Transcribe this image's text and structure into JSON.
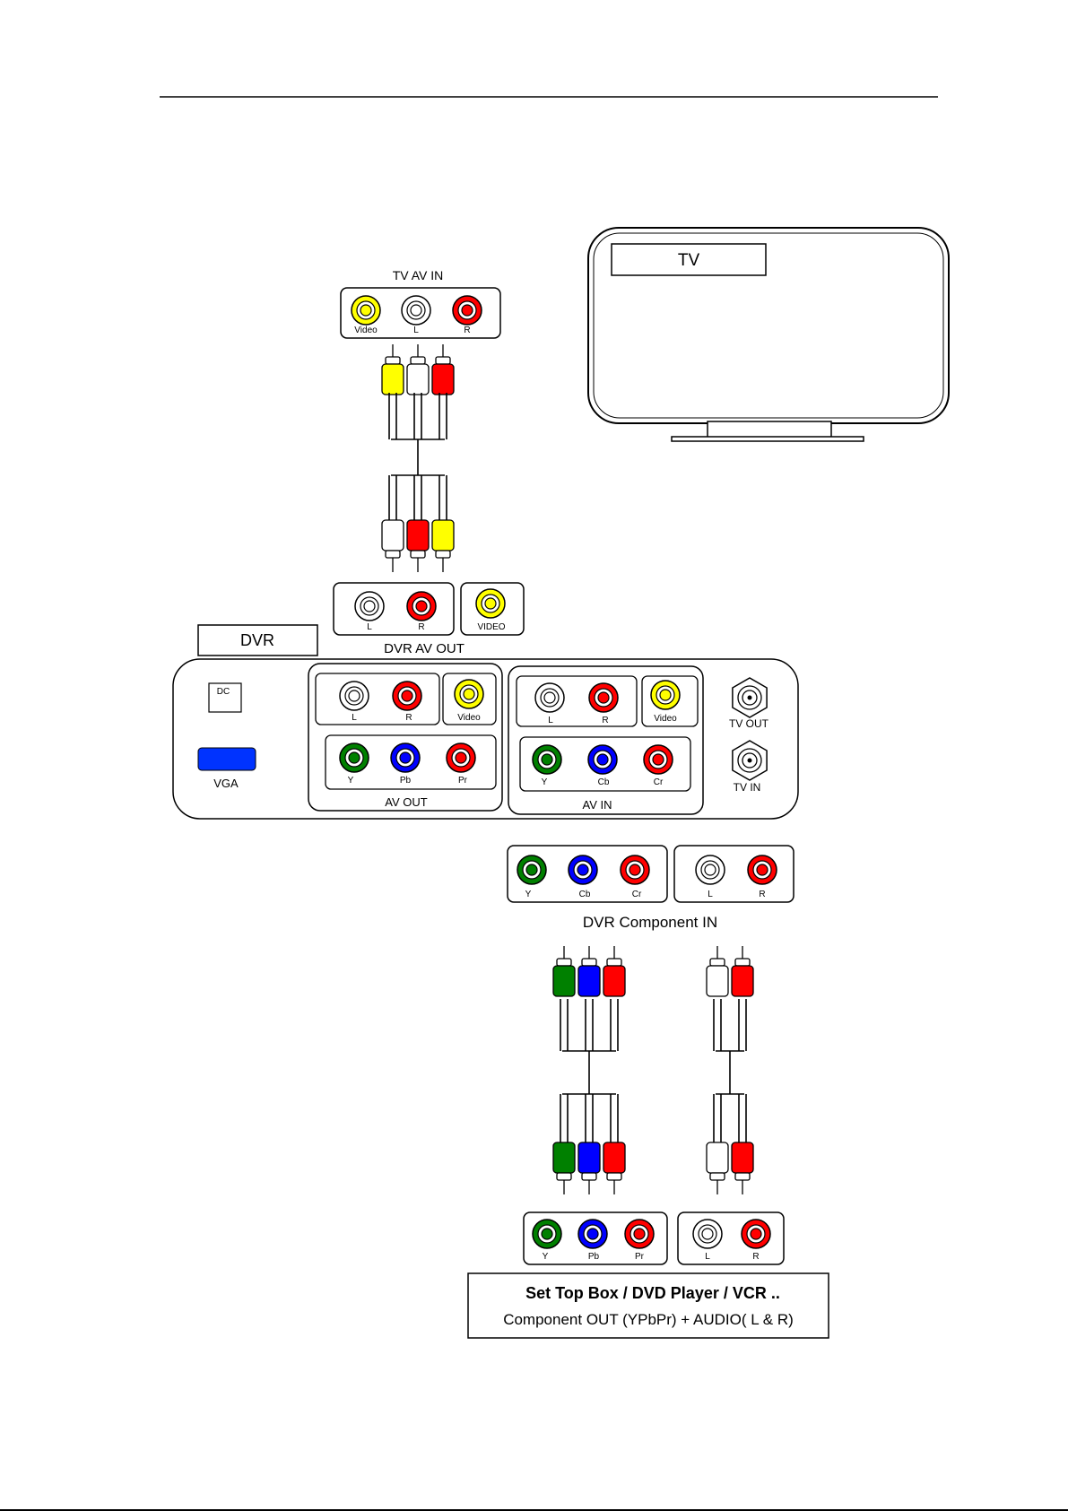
{
  "colors": {
    "yellow": "#ffff00",
    "white": "#ffffff",
    "red": "#ff0000",
    "green": "#008000",
    "blue": "#0000ff",
    "stroke": "#000000",
    "vga": "#0033ff"
  },
  "tv": {
    "label": "TV"
  },
  "tv_av_in": {
    "title": "TV AV IN",
    "jacks": [
      {
        "label": "Video",
        "color": "yellow"
      },
      {
        "label": "L",
        "color": "white"
      },
      {
        "label": "R",
        "color": "red"
      }
    ]
  },
  "dvr_av_out": {
    "title": "DVR AV OUT",
    "audio_jacks": [
      {
        "label": "L",
        "color": "white"
      },
      {
        "label": "R",
        "color": "red"
      }
    ],
    "video_jack": {
      "label": "VIDEO",
      "color": "yellow"
    }
  },
  "dvr": {
    "label": "DVR",
    "dc_label": "DC",
    "vga_label": "VGA",
    "av_out": {
      "title": "AV OUT",
      "audio": [
        {
          "label": "L",
          "color": "white"
        },
        {
          "label": "R",
          "color": "red"
        }
      ],
      "video": {
        "label": "Video",
        "color": "yellow"
      },
      "component": [
        {
          "label": "Y",
          "color": "green"
        },
        {
          "label": "Pb",
          "color": "blue"
        },
        {
          "label": "Pr",
          "color": "red"
        }
      ]
    },
    "av_in": {
      "title": "AV IN",
      "audio": [
        {
          "label": "L",
          "color": "white"
        },
        {
          "label": "R",
          "color": "red"
        }
      ],
      "video": {
        "label": "Video",
        "color": "yellow"
      },
      "component": [
        {
          "label": "Y",
          "color": "green"
        },
        {
          "label": "Cb",
          "color": "blue"
        },
        {
          "label": "Cr",
          "color": "red"
        }
      ]
    },
    "tv_out_label": "TV OUT",
    "tv_in_label": "TV IN"
  },
  "dvr_component_in": {
    "title": "DVR Component IN",
    "component": [
      {
        "label": "Y",
        "color": "green"
      },
      {
        "label": "Cb",
        "color": "blue"
      },
      {
        "label": "Cr",
        "color": "red"
      }
    ],
    "audio": [
      {
        "label": "L",
        "color": "white"
      },
      {
        "label": "R",
        "color": "red"
      }
    ]
  },
  "source": {
    "component": [
      {
        "label": "Y",
        "color": "green"
      },
      {
        "label": "Pb",
        "color": "blue"
      },
      {
        "label": "Pr",
        "color": "red"
      }
    ],
    "audio": [
      {
        "label": "L",
        "color": "white"
      },
      {
        "label": "R",
        "color": "red"
      }
    ],
    "title": "Set Top Box / DVD Player / VCR ..",
    "subtitle": "Component OUT (YPbPr) + AUDIO( L & R)"
  },
  "cables": {
    "top_upper_plugs": [
      "yellow",
      "white",
      "red"
    ],
    "top_lower_plugs": [
      "white",
      "red",
      "yellow"
    ],
    "comp_plugs": [
      "green",
      "blue",
      "red"
    ],
    "audio_plugs": [
      "white",
      "red"
    ]
  }
}
